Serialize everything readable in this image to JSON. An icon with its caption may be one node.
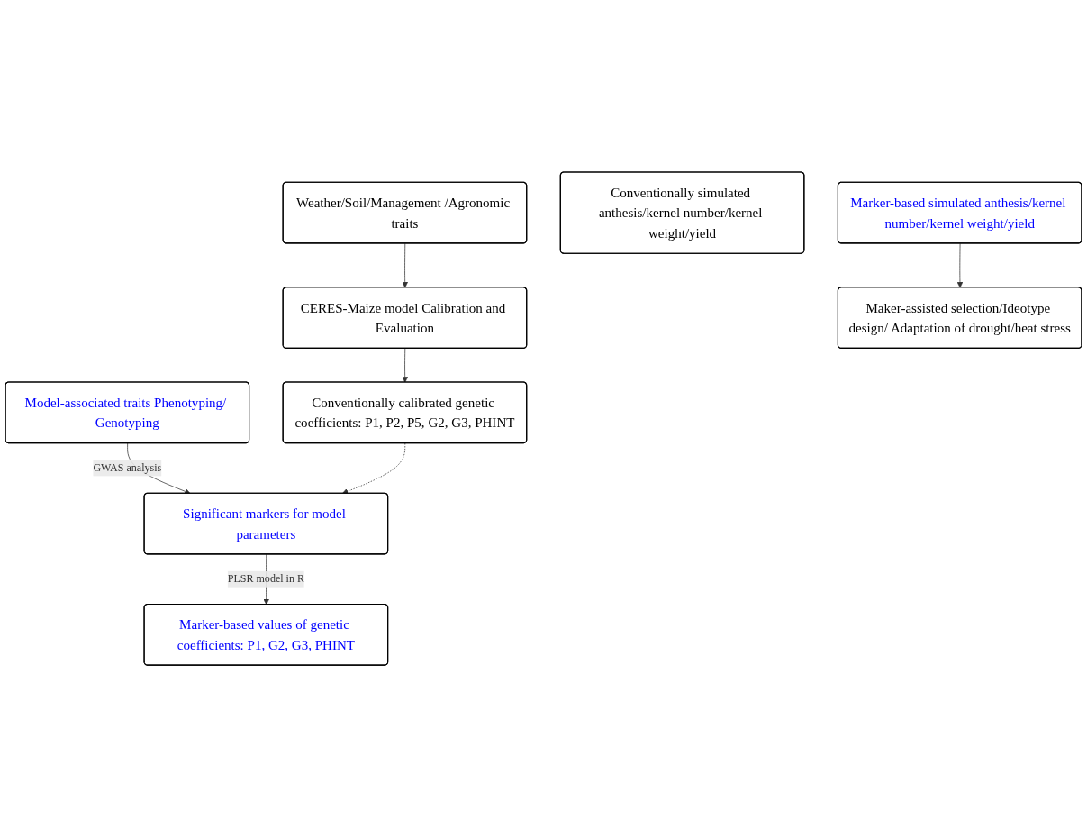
{
  "diagram": {
    "nodes": [
      {
        "text": [
          "Weather/Soil/Management /Agronomic traits"
        ]
      },
      {
        "text": [
          "Model-associated traits Phenotyping/ Genotyping"
        ]
      },
      {
        "text": [
          "CERES-Maize model Calibration and Evaluation"
        ]
      },
      {
        "text": [
          "Significant markers for model parameters"
        ]
      },
      {
        "text": [
          "Conventionally calibrated genetic coefficients: P1, P2, P5, G2, G3, PHINT"
        ]
      },
      {
        "text": [
          "Marker-based values of genetic coefficients: P1, G2, G3, PHINT"
        ]
      },
      {
        "text": [
          "Conventionally simulated anthesis/kernel number/kernel weight/yield"
        ]
      },
      {
        "text": [
          "Marker-based simulated anthesis/kernel number/kernel weight/yield"
        ]
      },
      {
        "text": [
          "Maker-assisted selection/Ideotype design/ Adaptation of drought/heat stress"
        ]
      }
    ],
    "edges": [
      {
        "from": 0,
        "to": 2,
        "arrow": "to"
      },
      {
        "from": 1,
        "to": 3,
        "arrow": "to",
        "label": "GWAS analysis"
      },
      {
        "from": 2,
        "to": 4,
        "arrow": "to"
      },
      {
        "from": 4,
        "to": 3,
        "arrow": "to",
        "style": "dashed"
      },
      {
        "from": 3,
        "to": 5,
        "arrow": "to",
        "label": "PLSR model in R"
      },
      {
        "from": 7,
        "to": 8,
        "arrow": "to"
      }
    ]
  }
}
